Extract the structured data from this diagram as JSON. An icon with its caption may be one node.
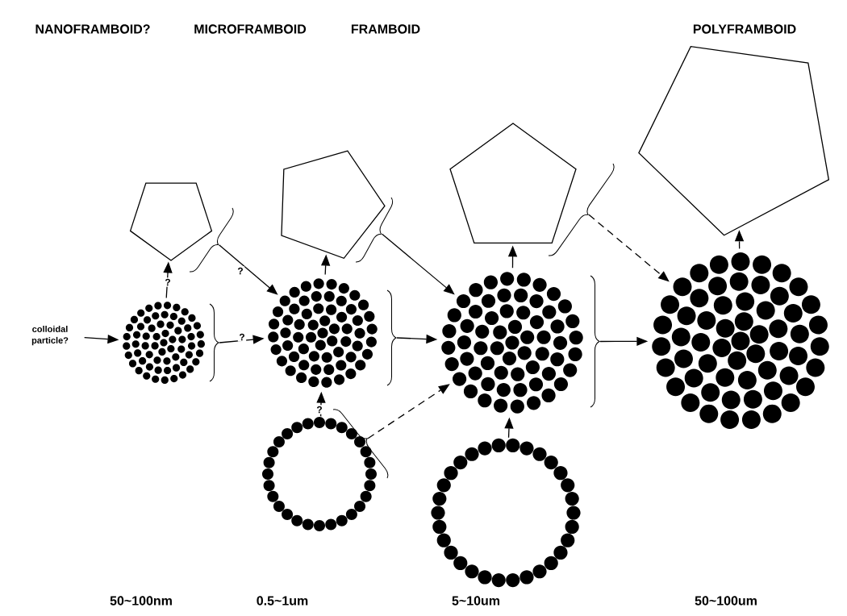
{
  "diagram": {
    "nodes": [
      {
        "text": [
          "colloidal particle?"
        ]
      },
      {
        "text": [],
        "shape": "circle"
      },
      {
        "text": [],
        "shape": "pentagon"
      },
      {
        "text": [],
        "shape": "circle"
      },
      {
        "text": [],
        "shape": "pentagon"
      },
      {
        "text": [],
        "shape": "circle"
      },
      {
        "text": [],
        "shape": "circle"
      },
      {
        "text": [],
        "shape": "pentagon"
      },
      {
        "text": [],
        "shape": "circle"
      },
      {
        "text": [],
        "shape": "circle"
      },
      {
        "text": [],
        "shape": "pentagon"
      }
    ],
    "edges": [
      {
        "from": 0,
        "to": 1,
        "arrow": "to"
      },
      {
        "from": 1,
        "to": 2,
        "arrow": "to",
        "label": "?"
      },
      {
        "from": 1,
        "to": 3,
        "arrow": "to",
        "label": "?"
      },
      {
        "from": 2,
        "to": 3,
        "arrow": "to",
        "label": "?"
      },
      {
        "from": 3,
        "to": 4,
        "arrow": "to"
      },
      {
        "from": 3,
        "to": 6,
        "arrow": "to"
      },
      {
        "from": 4,
        "to": 6,
        "arrow": "to"
      },
      {
        "from": 5,
        "to": 3,
        "arrow": "to",
        "label": "?"
      },
      {
        "from": 5,
        "to": 6,
        "arrow": "to",
        "style": "dashed"
      },
      {
        "from": 6,
        "to": 7,
        "arrow": "to"
      },
      {
        "from": 8,
        "to": 6,
        "arrow": "to"
      },
      {
        "from": 6,
        "to": 9,
        "arrow": "to"
      },
      {
        "from": 7,
        "to": 9,
        "arrow": "to",
        "style": "dashed"
      },
      {
        "from": 9,
        "to": 10,
        "arrow": "to",
        "style": "dashed"
      }
    ],
    "labels": [
      "NANOFRAMBOID?",
      "MICROFRAMBOID",
      "FRAMBOID",
      "POLYFRAMBOID",
      "50~100nm",
      "0.5~1um",
      "5~10um",
      "50~100um"
    ]
  }
}
